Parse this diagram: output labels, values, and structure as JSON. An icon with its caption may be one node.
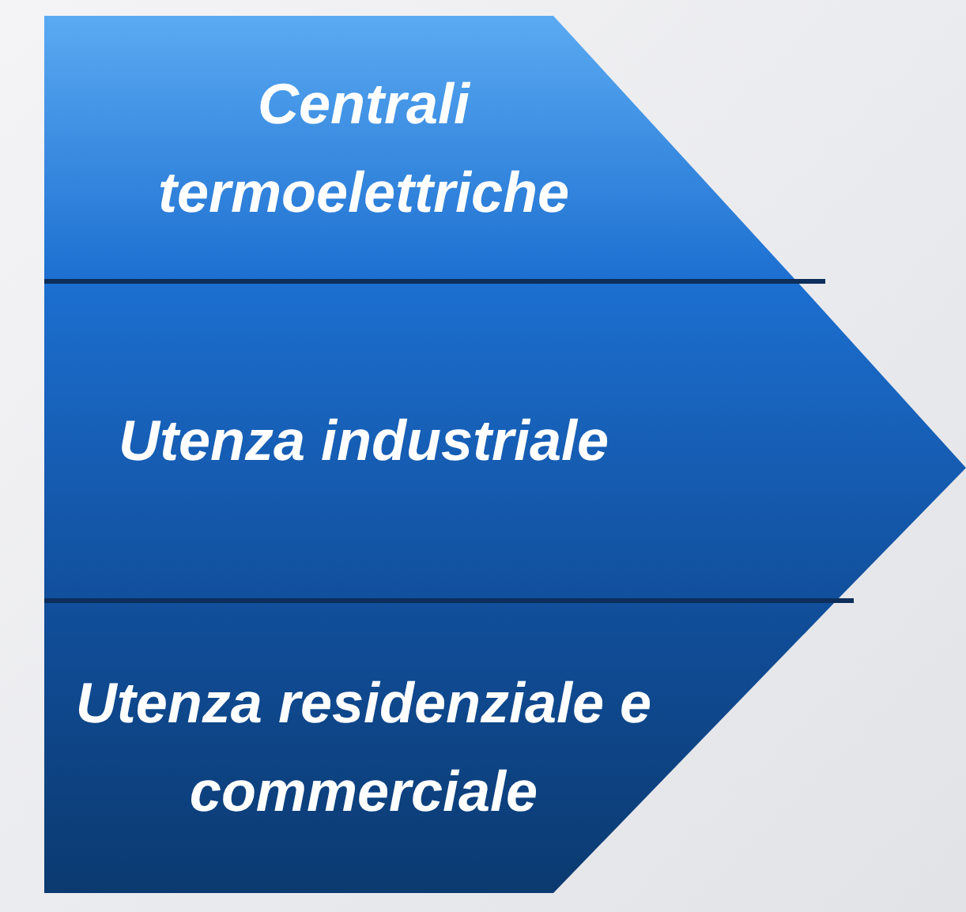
{
  "diagram": {
    "nodes": [
      {
        "text": [
          "Centrali termoelettriche"
        ]
      },
      {
        "text": [
          "Utenza industriale"
        ]
      },
      {
        "text": [
          "Utenza residenziale e commerciale"
        ]
      }
    ]
  }
}
